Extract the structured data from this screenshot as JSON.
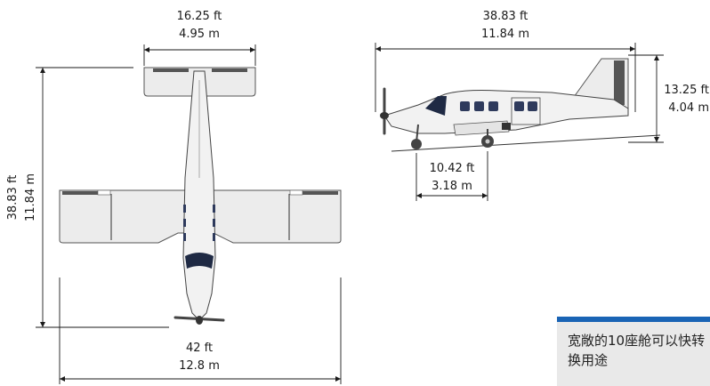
{
  "dimensions": {
    "top_tail_span": {
      "ft": "16.25 ft",
      "m": "4.95 m"
    },
    "top_length": {
      "ft": "38.83 ft",
      "m": "11.84 m"
    },
    "wingspan": {
      "ft": "42 ft",
      "m": "12.8 m"
    },
    "side_length": {
      "ft": "38.83 ft",
      "m": "11.84 m"
    },
    "side_height": {
      "ft": "13.25 ft",
      "m": "4.04 m"
    },
    "wheelbase": {
      "ft": "10.42 ft",
      "m": "3.18 m"
    }
  },
  "caption": {
    "text": "宽敞的10座舱可以快转换用途",
    "accent_color": "#1a64b5"
  }
}
